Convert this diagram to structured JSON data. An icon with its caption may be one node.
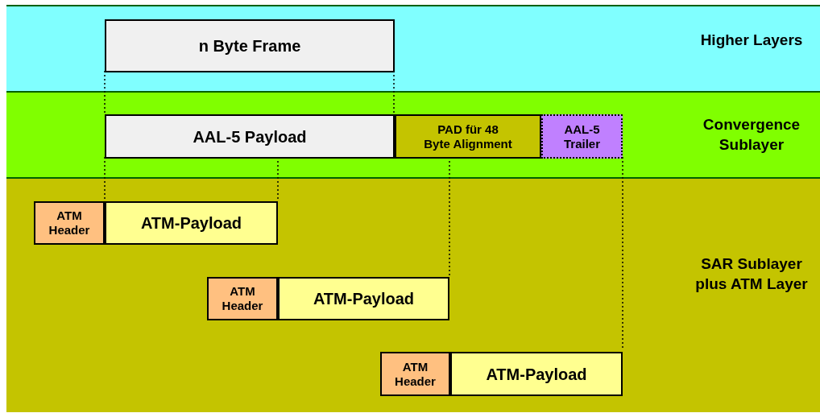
{
  "diagram": {
    "nodes": [
      {
        "text": [
          "Higher Layers"
        ]
      },
      {
        "text": [
          "n Byte Frame"
        ],
        "in": 0
      },
      {
        "text": [
          "Convergence Sublayer"
        ]
      },
      {
        "text": [
          "AAL-5 Payload"
        ],
        "in": 2
      },
      {
        "text": [
          "PAD für 48 Byte Alignment"
        ],
        "in": 2
      },
      {
        "text": [
          "AAL-5 Trailer"
        ],
        "in": 2
      },
      {
        "text": [
          "SAR Sublayer plus ATM Layer"
        ]
      },
      {
        "text": [
          "ATM Header"
        ],
        "in": 6
      },
      {
        "text": [
          "ATM-Payload"
        ],
        "in": 6
      },
      {
        "text": [
          "ATM Header"
        ],
        "in": 6
      },
      {
        "text": [
          "ATM-Payload"
        ],
        "in": 6
      },
      {
        "text": [
          "ATM Header"
        ],
        "in": 6
      },
      {
        "text": [
          "ATM-Payload"
        ],
        "in": 6
      }
    ],
    "edges": [
      {
        "from": 1,
        "to": 3,
        "arrow": "none",
        "style": "dashed"
      },
      {
        "from": 1,
        "to": 3,
        "arrow": "none",
        "style": "dashed"
      },
      {
        "from": 3,
        "to": 8,
        "arrow": "none",
        "style": "dashed"
      },
      {
        "from": 3,
        "to": 8,
        "arrow": "none",
        "style": "dashed"
      },
      {
        "from": 4,
        "to": 10,
        "arrow": "none",
        "style": "dashed"
      },
      {
        "from": 5,
        "to": 12,
        "arrow": "none",
        "style": "dashed"
      }
    ]
  }
}
